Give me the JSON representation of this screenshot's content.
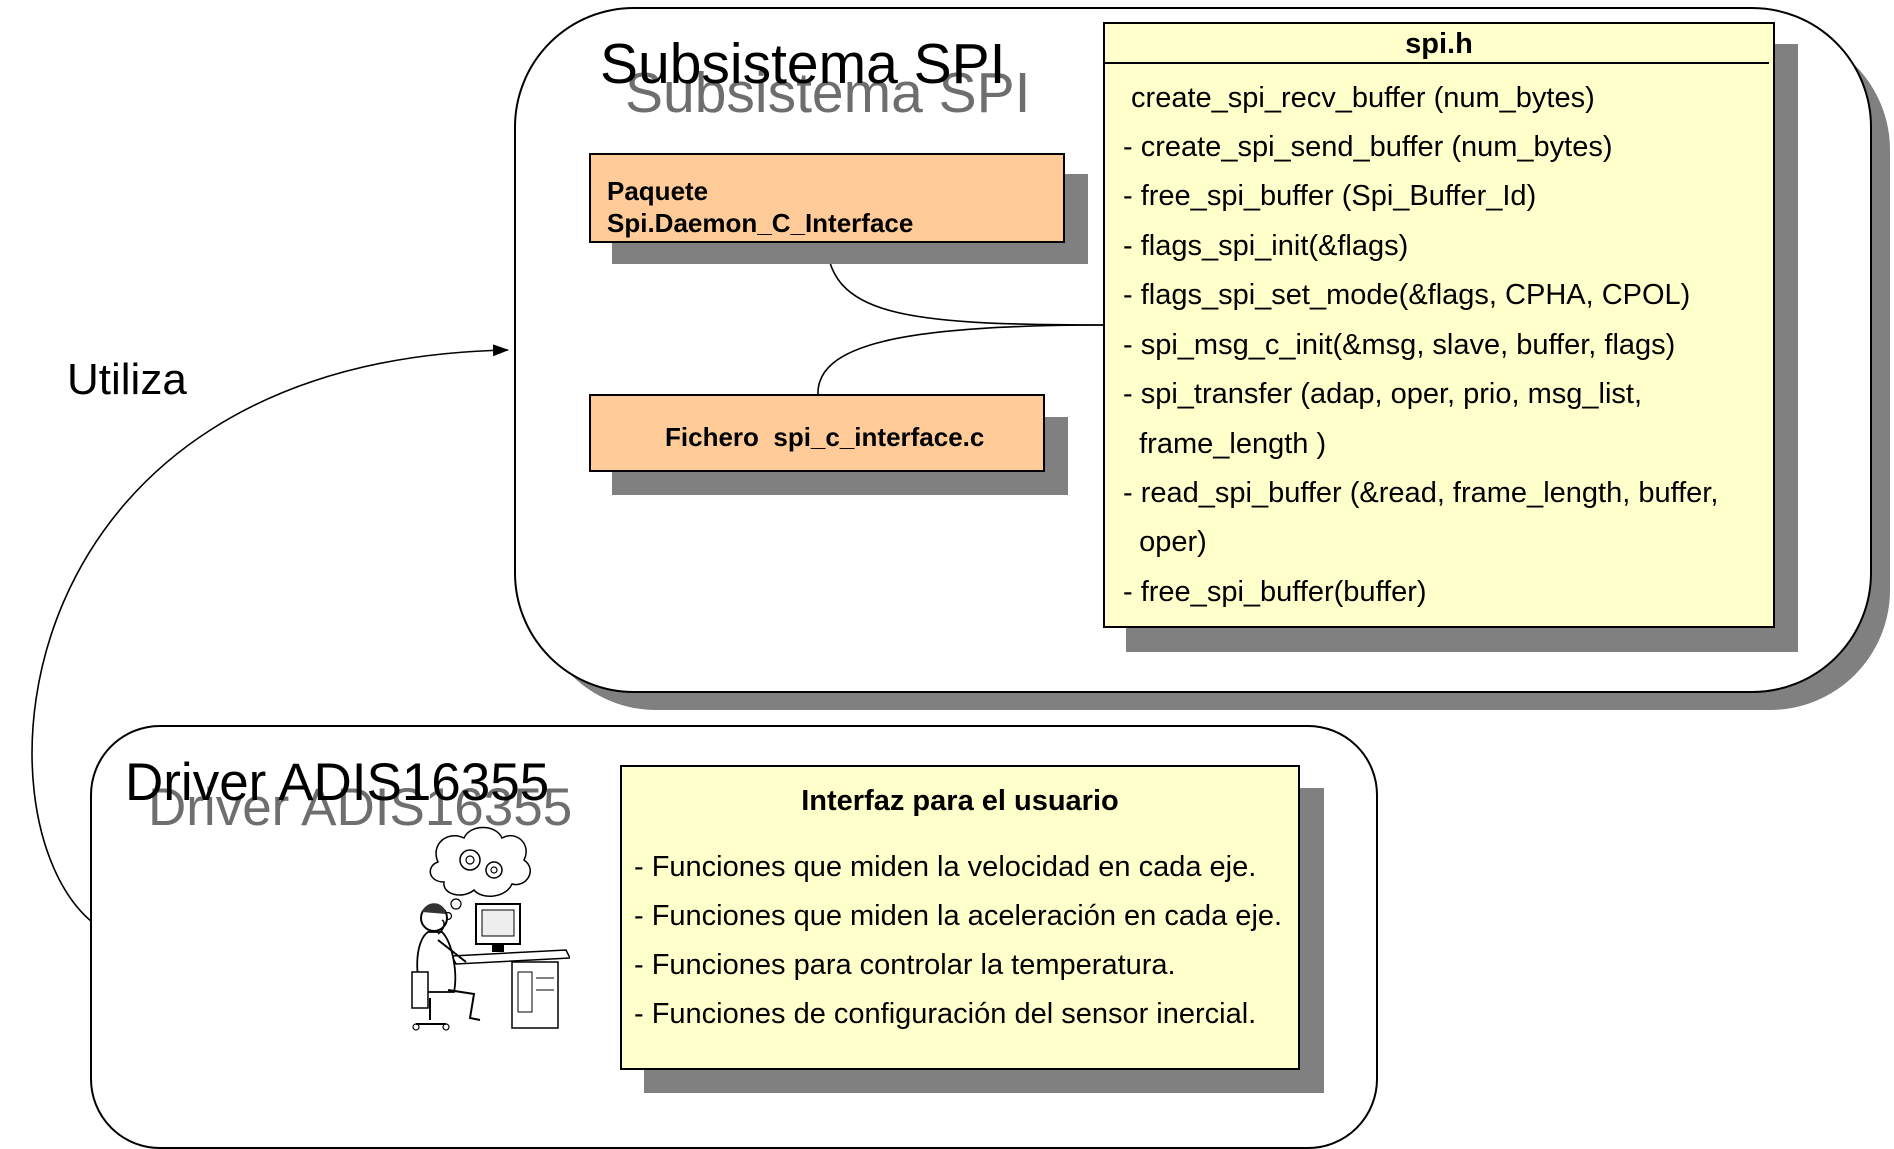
{
  "arrow_label": "Utiliza",
  "spi_subsystem": {
    "title": "Subsistema SPI",
    "package_box": {
      "line1": "Paquete",
      "line2": "Spi.Daemon_C_Interface"
    },
    "file_box": {
      "label": "Fichero  spi_c_interface.c"
    },
    "header_box": {
      "title": "spi.h",
      "items": [
        " create_spi_recv_buffer (num_bytes)",
        "- create_spi_send_buffer (num_bytes)",
        "- free_spi_buffer (Spi_Buffer_Id)",
        "- flags_spi_init(&flags)",
        "- flags_spi_set_mode(&flags, CPHA, CPOL)",
        "- spi_msg_c_init(&msg, slave, buffer, flags)",
        "- spi_transfer (adap, oper, prio, msg_list,",
        "  frame_length )",
        "- read_spi_buffer (&read, frame_length, buffer,",
        "  oper)",
        "- free_spi_buffer(buffer)"
      ]
    }
  },
  "driver": {
    "title": "Driver ADIS16355",
    "interface_box": {
      "title": "Interfaz para el usuario",
      "items": [
        "- Funciones que miden la velocidad en cada eje.",
        "- Funciones que miden la aceleración en cada eje.",
        "- Funciones para controlar la temperatura.",
        "- Funciones de configuración del sensor inercial."
      ]
    },
    "illustration": "person-at-computer-thinking-icon"
  }
}
